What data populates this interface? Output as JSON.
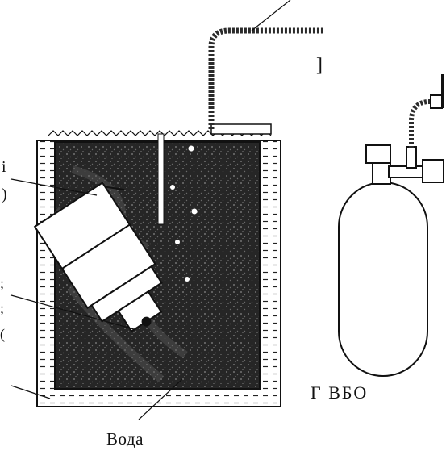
{
  "figure": {
    "label_water": "Вода",
    "fragment_right_top": "]",
    "fragment_right_bottom": "Г     ВБО",
    "fragment_left": [
      "i",
      ")",
      ";",
      ";",
      "("
    ]
  },
  "colors": {
    "ink": "#111111",
    "coolant_fill": "#2a2a2a",
    "jacket_fill": "#ffffff",
    "device_fill": "#ffffff"
  }
}
